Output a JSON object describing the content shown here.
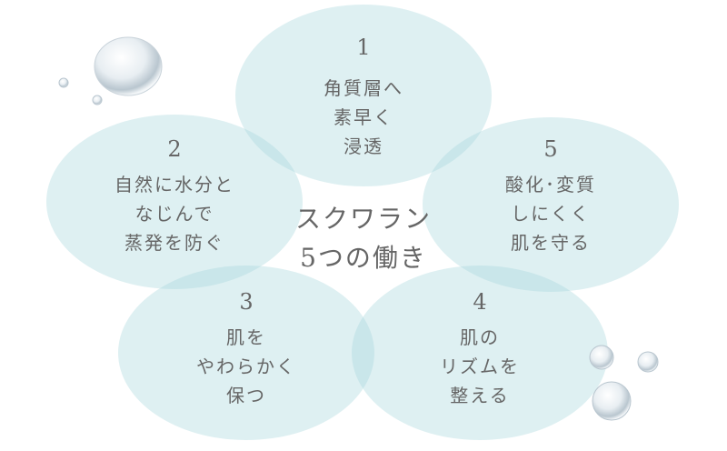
{
  "title_line1": "スクワラン",
  "title_line2": "5つの働き",
  "colors": {
    "circle": "#a9d8de",
    "text": "#666666"
  },
  "items": [
    {
      "number": "1",
      "lines": [
        "角質層へ",
        "素早く",
        "浸透"
      ]
    },
    {
      "number": "2",
      "lines": [
        "自然に水分と",
        "なじんで",
        "蒸発を防ぐ"
      ]
    },
    {
      "number": "3",
      "lines": [
        "肌を",
        "やわらかく",
        "保つ"
      ]
    },
    {
      "number": "4",
      "lines": [
        "肌の",
        "リズムを",
        "整える"
      ]
    },
    {
      "number": "5",
      "lines": [
        "酸化･変質",
        "しにくく",
        "肌を守る"
      ]
    }
  ]
}
